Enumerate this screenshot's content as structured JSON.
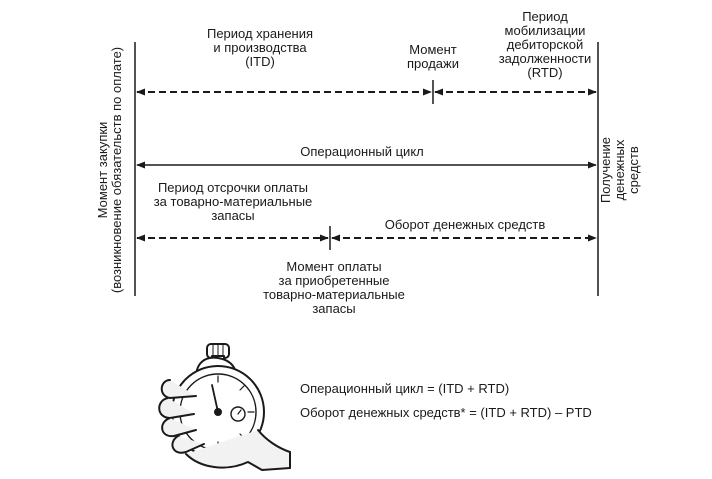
{
  "labels": {
    "itd_period": "Период хранения\nи производства\n(ITD)",
    "sale_moment": "Момент\nпродажи",
    "rtd_period": "Период\nмобилизации\nдебиторской\nзадолженности\n(RTD)",
    "operating_cycle": "Операционный цикл",
    "ptd_period": "Период отсрочки оплаты\nза товарно-материальные\nзапасы",
    "cash_turnover": "Оборот денежных средств",
    "payment_moment": "Момент оплаты\nза приобретенные\nтоварно-материальные\nзапасы",
    "purchase_moment": "Момент закупки\n(возникновение обязательств по оплате)",
    "cash_receipt": "Получение денежных средств"
  },
  "formulas": {
    "operating_cycle": "Операционный цикл = (ITD + RTD)",
    "cash_turnover": "Оборот денежных средств* = (ITD + RTD) – PTD"
  },
  "colors": {
    "ink": "#1a1a1a",
    "skin": "#f2f2f2"
  },
  "icons": {
    "stopwatch": "hand-holding-stopwatch-icon"
  }
}
